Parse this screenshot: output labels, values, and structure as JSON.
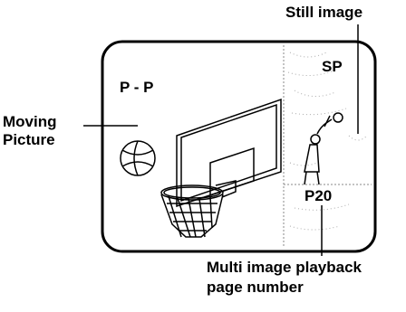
{
  "labels": {
    "still_image": "Still image",
    "moving_line1": "Moving",
    "moving_line2": "Picture",
    "multi_line1": "Multi image playback",
    "multi_line2": "page number"
  },
  "screen": {
    "pp_mode": "P - P",
    "sp": "SP",
    "page": "P20"
  }
}
